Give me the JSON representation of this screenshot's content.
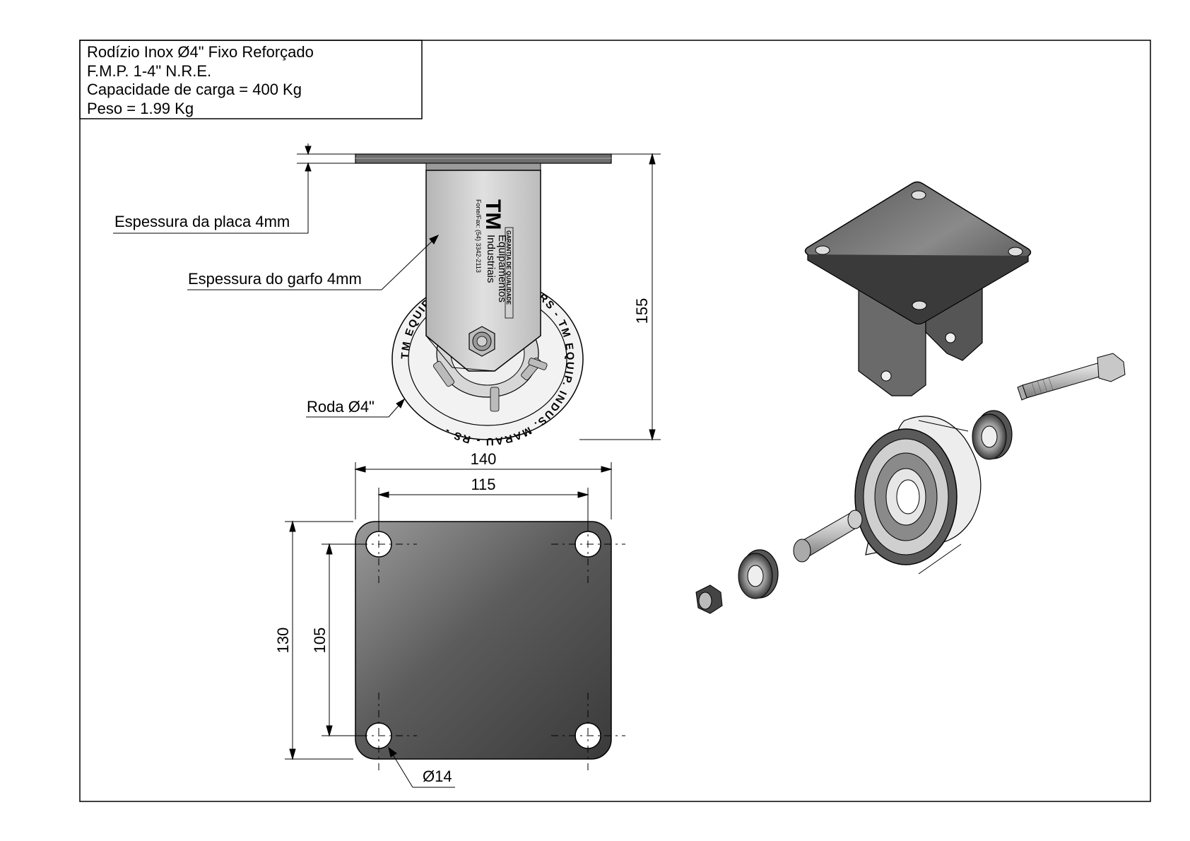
{
  "title_block": {
    "lines": [
      "Rodízio Inox Ø4\" Fixo Reforçado",
      "F.M.P. 1-4\" N.R.E.",
      "Capacidade de carga = 400 Kg",
      "Peso = 1.99 Kg"
    ]
  },
  "callouts": {
    "plate_thickness": "Espessura da placa 4mm",
    "fork_thickness": "Espessura do garfo 4mm",
    "wheel": "Roda Ø4\"",
    "hole_diameter": "Ø14"
  },
  "dimensions": {
    "overall_height": "155",
    "plate_width": "140",
    "hole_spacing_x": "115",
    "plate_depth": "130",
    "hole_spacing_y": "105"
  },
  "wheel_markings": {
    "arc_text": "TM EQUIP. INDUS. MARAU - RS - TM EQUIP. INDUS. MARAU - RS -"
  },
  "fork_engraving": {
    "logo": "TM",
    "company": "Equipamentos",
    "company_line2": "Industriais",
    "badge": "GARANTIA DE QUALIDADE",
    "phone": "Fone/Fax: (54) 3342-2113"
  },
  "colors": {
    "line": "#000000",
    "metal_dark": "#4a4a4a",
    "metal_light": "#d8d8d8",
    "wheel_face": "#f2f2f2"
  }
}
